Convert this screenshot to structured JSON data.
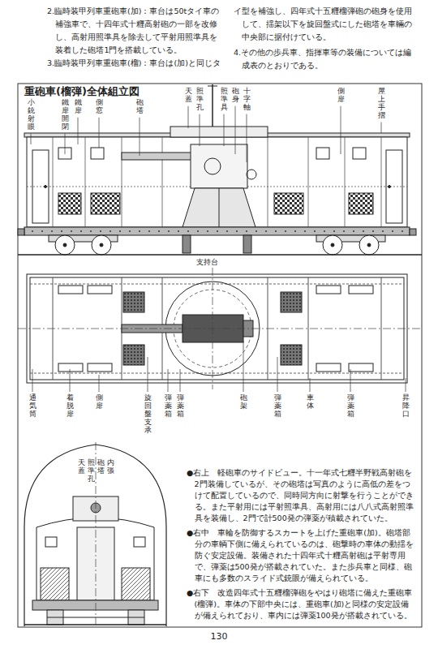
{
  "diagram": {
    "title": "重砲車(榴弾)全体組立図",
    "labels": [
      "2.臨時装甲列車重砲車(加)：車台は50tタイ車の補強車で、十四年式十糎高射砲の一部を改修し、高射用照準具を除去して平射用照準具を装着した砲塔1門を搭載している。",
      "3.臨時装甲列車重砲車(榴)：車台は(加)と同じタ",
      "イ型を補強し、四年式十五糎榴弾砲の砲身を使用して、揺架以下を旋回盤式にした砲塔を車輛の中央部に据付けている。",
      "4.その他の歩兵車、指揮車等の装備については編成表のとおりである。",
      "小銃射眼",
      "鐵扉開閉",
      "鐵扉",
      "側窓",
      "砲塔",
      "天蓋",
      "照準孔",
      "照準具",
      "砲身",
      "十字軸",
      "側扉",
      "屋上手摺",
      "支持台",
      "通気筒",
      "着脱扉",
      "側扉",
      "旋回盤支承",
      "弾薬箱",
      "弾薬箱",
      "砲架",
      "弾薬箱",
      "車体",
      "弾薬箱",
      "昇降口",
      "天蓋",
      "照準孔",
      "砲塔",
      "内張",
      "●右上　軽砲車のサイドビュー。十一年式七糎半野戦高射砲を2門装備しているが、その砲塔は写真のように高低の差をつけて配置しているので、同時同方向に射撃を行うことができる。また平射用には平射照準具、高射用には八八式高射照準具を装備し、2門で計500発の弾薬が積載されていた。",
      "●右中　車輪を防御するスカートを上げた重砲車(加)。砲塔部分の車輌下側に備えられているのは、砲撃時の車体の動揺を防ぐ安定設備。装備された十四年式十糎高射砲は平射専用で、弾薬は500発が搭載されていた。また歩兵車と同様、砲車にも多数のスライド式銃眼が備えられている。",
      "●右下　改造四年式十五糎榴弾砲をやはり砲塔に備えた重砲車(榴弾)。車体の下部中央には、重砲車(加)と同様の安定設備が備えられており、車内には弾薬100発が搭載されている。",
      "130"
    ]
  }
}
